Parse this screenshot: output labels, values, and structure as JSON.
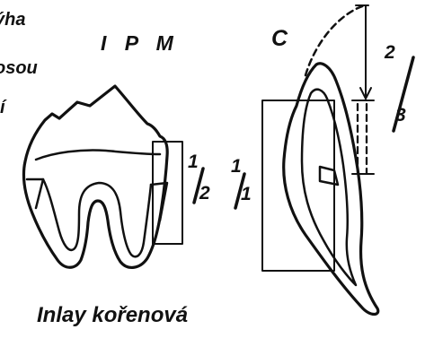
{
  "labels": {
    "fragment_line1": "ýha",
    "fragment_line2": "osou",
    "fragment_line3": "í",
    "fragment_line4": "",
    "premolar_title": "I P M",
    "canine_title": "C",
    "caption": "Inlay kořenová"
  },
  "ratios": {
    "premolar_crown": "1",
    "premolar_root": "2",
    "post_crown": "1",
    "post_root": "1",
    "canine_crown": "2",
    "canine_root": "3"
  },
  "colors": {
    "ink": "#111111",
    "background": "#ffffff"
  }
}
